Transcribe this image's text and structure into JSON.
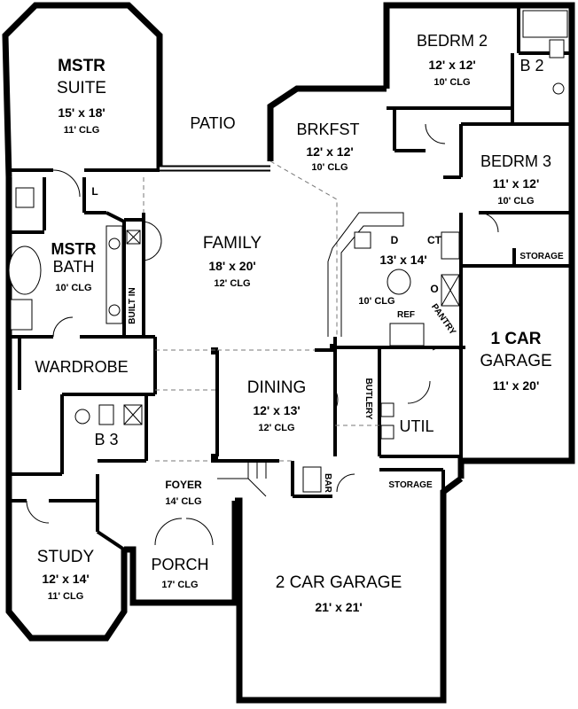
{
  "rooms": {
    "master_suite": {
      "line1": "MSTR",
      "line2": "SUITE",
      "size": "15' x 18'",
      "ceiling": "11' CLG"
    },
    "patio": {
      "name": "PATIO"
    },
    "brkfst": {
      "name": "BRKFST",
      "size": "12' x 12'",
      "ceiling": "10' CLG"
    },
    "bedrm2": {
      "name": "BEDRM 2",
      "size": "12' x 12'",
      "ceiling": "10' CLG"
    },
    "b2": {
      "name": "B 2"
    },
    "bedrm3": {
      "name": "BEDRM 3",
      "size": "11' x 12'",
      "ceiling": "10' CLG"
    },
    "family": {
      "name": "FAMILY",
      "size": "18' x 20'",
      "ceiling": "12' CLG"
    },
    "master_bath": {
      "line1": "MSTR",
      "line2": "BATH",
      "ceiling": "10' CLG"
    },
    "kitchen": {
      "size": "13' x 14'",
      "ceiling": "10' CLG"
    },
    "storage_top": {
      "name": "STORAGE"
    },
    "one_car_garage": {
      "line1": "1 CAR",
      "line2": "GARAGE",
      "size": "11' x 20'"
    },
    "wardrobe": {
      "name": "WARDROBE"
    },
    "dining": {
      "name": "DINING",
      "size": "12' x 13'",
      "ceiling": "12' CLG"
    },
    "b3": {
      "name": "B 3"
    },
    "util": {
      "name": "UTIL"
    },
    "foyer": {
      "name": "FOYER",
      "ceiling": "14' CLG"
    },
    "storage_bottom": {
      "name": "STORAGE"
    },
    "study": {
      "name": "STUDY",
      "size": "12' x 14'",
      "ceiling": "11' CLG"
    },
    "porch": {
      "name": "PORCH",
      "ceiling": "17' CLG"
    },
    "two_car_garage": {
      "name": "2 CAR GARAGE",
      "size": "21' x 21'"
    }
  },
  "fixtures": {
    "built_in": "BUILT IN",
    "closet_l": "L",
    "dishwasher": "D",
    "ct": "CT",
    "oven": "O",
    "ref": "REF",
    "pantry": "PANTRY",
    "butlery": "BUTLERY",
    "bar": "BAR"
  }
}
